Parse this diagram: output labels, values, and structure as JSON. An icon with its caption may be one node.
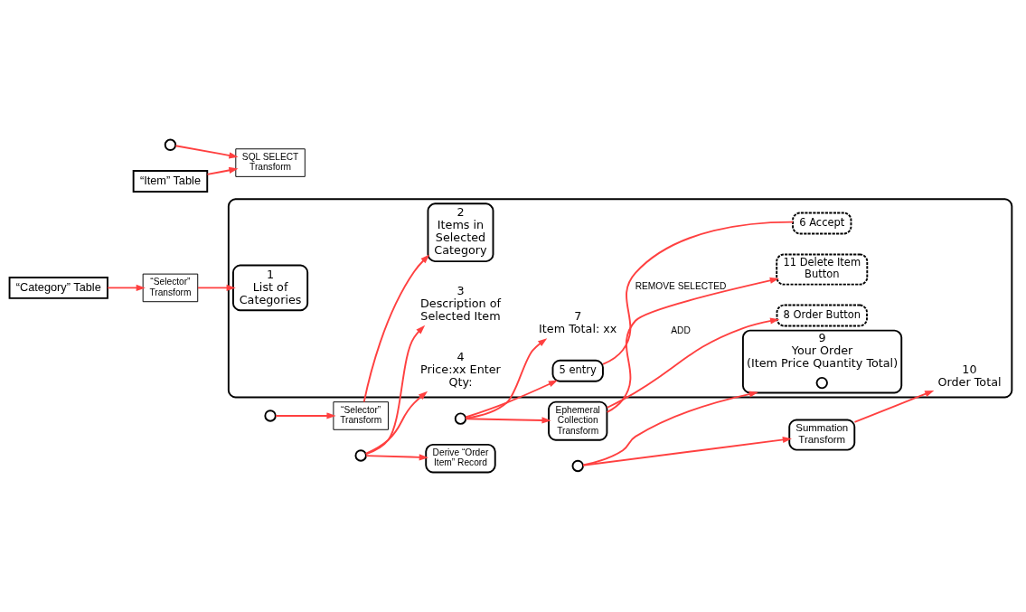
{
  "diagram": {
    "nodes": [
      {
        "text": [
          "“Category” Table"
        ]
      },
      {
        "text": [
          "“Selector” Transform"
        ]
      },
      {
        "text": [],
        "shape": "circle"
      },
      {
        "text": [
          "“Item” Table"
        ]
      },
      {
        "text": [
          "SQL SELECT Transform"
        ]
      },
      {
        "text": [],
        "shape": "circle"
      },
      {
        "text": [
          "“Selector” Transform"
        ]
      },
      {
        "text": [],
        "shape": "circle"
      },
      {
        "text": [
          "Derive “Order Item” Record"
        ]
      },
      {
        "text": [],
        "shape": "circle"
      },
      {
        "text": [
          "Ephemeral Collection Transform"
        ]
      },
      {
        "text": [],
        "shape": "circle"
      },
      {
        "text": [
          "Summation Transform"
        ]
      },
      {
        "text": [],
        "shape": "box"
      },
      {
        "text": [
          "1",
          "List of Categories"
        ],
        "in": 13
      },
      {
        "text": [
          "2",
          "Items in Selected Category"
        ],
        "in": 13
      },
      {
        "text": [
          "3",
          "Description of Selected Item"
        ],
        "in": 13
      },
      {
        "text": [
          "4",
          "Price:xx Enter Qty:"
        ],
        "in": 13
      },
      {
        "text": [
          "5 entry"
        ],
        "in": 13
      },
      {
        "text": [
          "6 Accept"
        ],
        "in": 13
      },
      {
        "text": [
          "7",
          "Item Total: xx"
        ],
        "in": 13
      },
      {
        "text": [
          "8 Order Button"
        ],
        "in": 13
      },
      {
        "text": [
          "9",
          "Your Order",
          "(Item Price Quantity Total)"
        ],
        "in": 13
      },
      {
        "text": [],
        "shape": "circle",
        "in": 22
      },
      {
        "text": [
          "10",
          "Order Total"
        ],
        "in": 13
      },
      {
        "text": [
          "11 Delete Item Button"
        ],
        "in": 13
      }
    ],
    "edges": [
      {
        "from": 0,
        "to": 1,
        "arrow": "to"
      },
      {
        "from": 1,
        "to": 14,
        "arrow": "to"
      },
      {
        "from": 2,
        "to": 4,
        "arrow": "to"
      },
      {
        "from": 3,
        "to": 4,
        "arrow": "to"
      },
      {
        "from": 5,
        "to": 6,
        "arrow": "to"
      },
      {
        "from": 6,
        "to": 15,
        "arrow": "to"
      },
      {
        "from": 7,
        "to": 16,
        "arrow": "to"
      },
      {
        "from": 7,
        "to": 17,
        "arrow": "to"
      },
      {
        "from": 7,
        "to": 8,
        "arrow": "to"
      },
      {
        "from": 9,
        "to": 18,
        "arrow": "to"
      },
      {
        "from": 9,
        "to": 20,
        "arrow": "to"
      },
      {
        "from": 9,
        "to": 10,
        "arrow": "to"
      },
      {
        "from": 10,
        "to": 21,
        "arrow": "to",
        "label": "ADD"
      },
      {
        "from": 10,
        "to": 25,
        "arrow": "to",
        "label": "REMOVE SELECTED"
      },
      {
        "from": 11,
        "to": 22,
        "arrow": "to"
      },
      {
        "from": 11,
        "to": 12,
        "arrow": "to"
      },
      {
        "from": 12,
        "to": 24,
        "arrow": "to"
      },
      {
        "from": 18,
        "to": 19,
        "arrow": "none"
      }
    ]
  }
}
